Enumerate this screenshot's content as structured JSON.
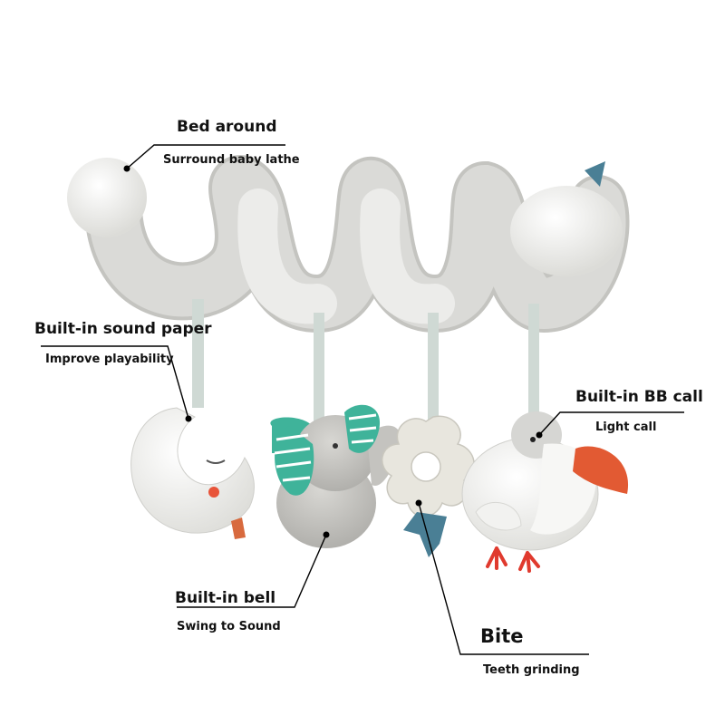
{
  "labels": {
    "bed_around": {
      "title": "Bed around",
      "subtitle": "Surround baby lathe"
    },
    "sound_paper": {
      "title": "Built-in sound paper",
      "subtitle": "Improve playability"
    },
    "bb_call": {
      "title": "Built-in BB call",
      "subtitle": "Light call"
    },
    "bell": {
      "title": "Built-in bell",
      "subtitle": "Swing to Sound"
    },
    "bite": {
      "title": "Bite",
      "subtitle": "Teeth grinding"
    }
  },
  "colors": {
    "plush_light": "#f1f1ef",
    "plush_gray": "#d6d6d3",
    "elephant_gray": "#c9c8c4",
    "ear_teal": "#3fb39a",
    "beak_orange": "#e25a33",
    "teether": "#e8e6de",
    "ribbon_blue": "#4a7f95",
    "tag_orange": "#d86a3e",
    "label_text": "#111111"
  }
}
